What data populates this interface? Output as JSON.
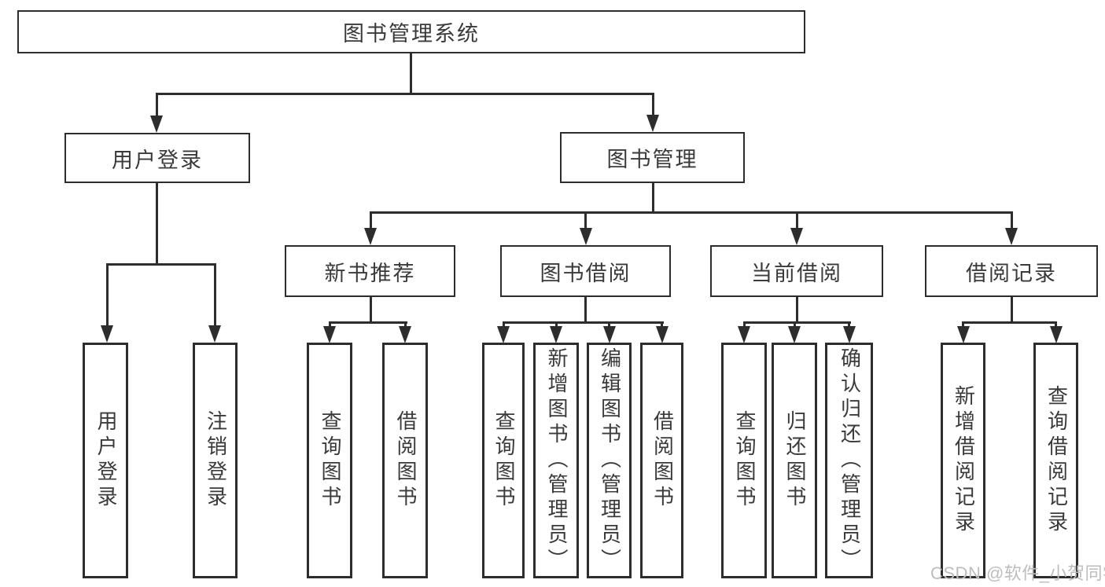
{
  "diagram": {
    "type": "tree",
    "orientation": "top-down"
  },
  "tree": {
    "root": {
      "label": "图书管理系统"
    },
    "children": [
      {
        "label": "用户登录",
        "children": [
          "用户登录",
          "注销登录"
        ]
      },
      {
        "label": "图书管理",
        "children": [
          {
            "label": "新书推荐",
            "children": [
              "查询图书",
              "借阅图书"
            ]
          },
          {
            "label": "图书借阅",
            "children": [
              "查询图书",
              "新增图书（管理员）",
              "编辑图书（管理员）",
              "借阅图书"
            ]
          },
          {
            "label": "当前借阅",
            "children": [
              "查询图书",
              "归还图书",
              "确认归还（管理员）"
            ]
          },
          {
            "label": "借阅记录",
            "children": [
              "新增借阅记录",
              "查询借阅记录"
            ]
          }
        ]
      }
    ]
  },
  "watermark": {
    "text": "CSDN @软件_小贺同学"
  },
  "colors": {
    "line": "#2d2d2d",
    "text": "#3a3a3a",
    "background": "#ffffff",
    "watermark": "#bdbdbd"
  }
}
